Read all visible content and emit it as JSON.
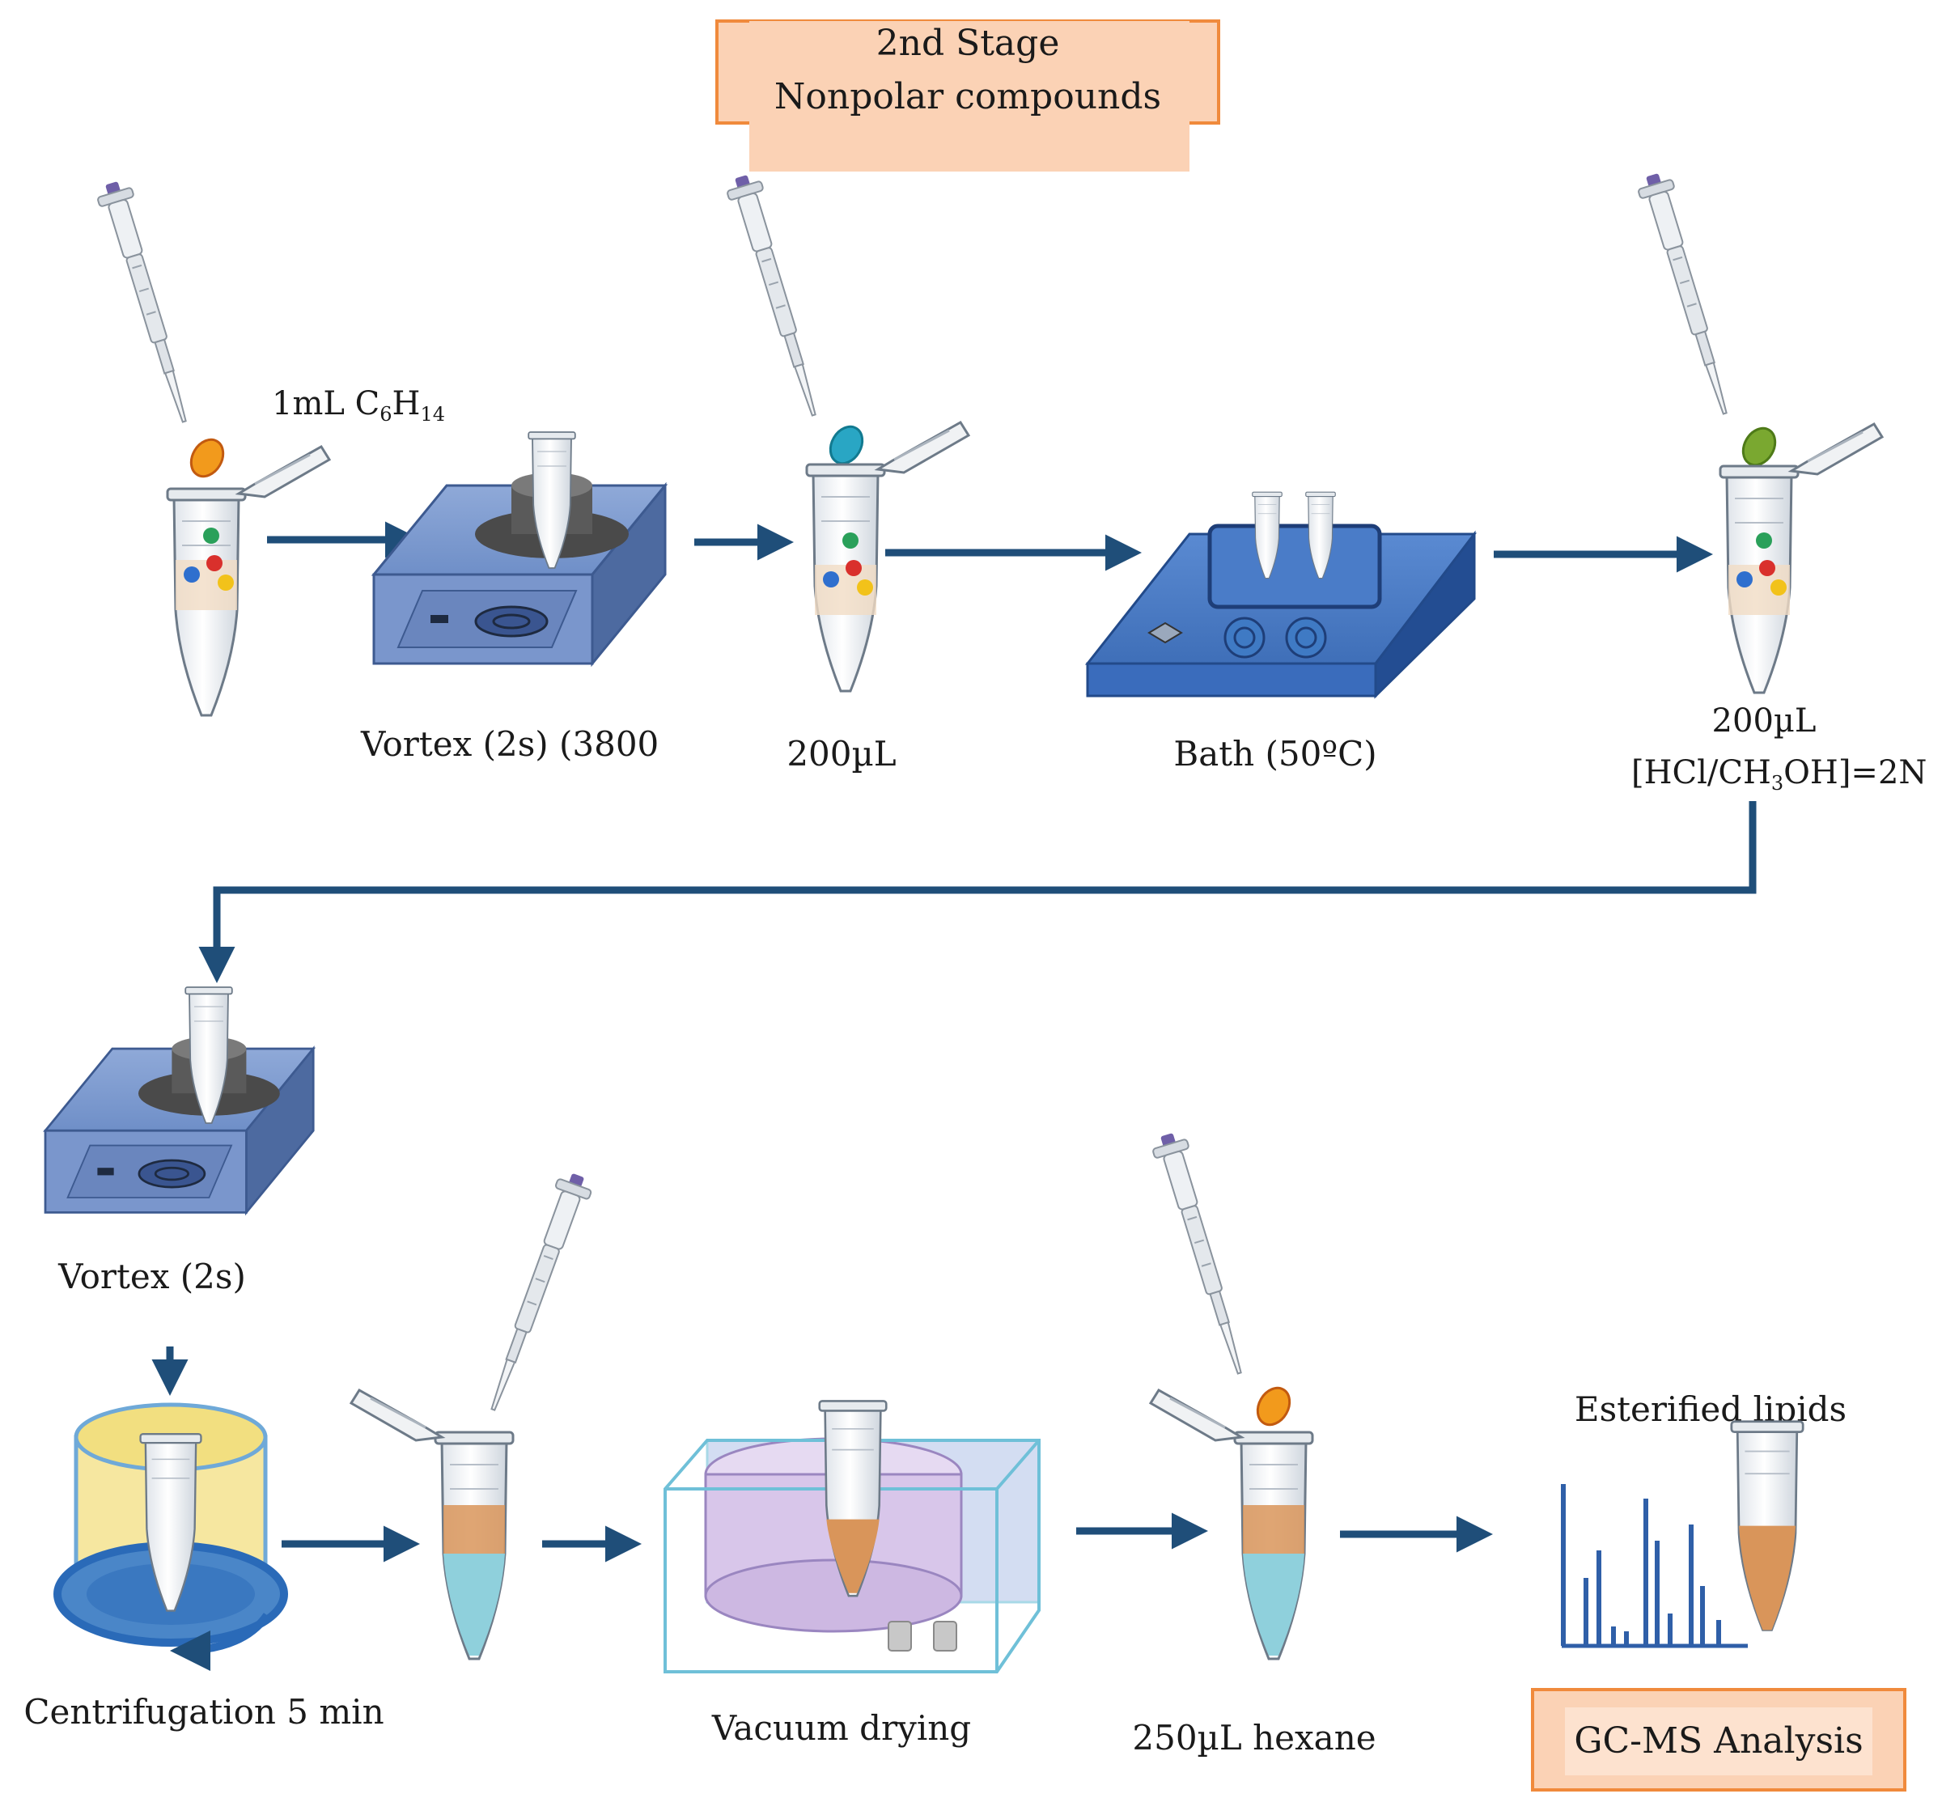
{
  "header": {
    "line1": "2nd Stage",
    "line2": "Nonpolar compounds"
  },
  "steps": {
    "hexane_add": "1mL C",
    "hexane_sub6": "6",
    "hexane_H": "H",
    "hexane_sub14": "14",
    "vortex1": "Vortex (2s) (3800",
    "vol1": "200µL",
    "bath": "Bath (50ºC)",
    "vol2": "200µL",
    "reagent": "[HCl/CH",
    "reagent_sub3": "3",
    "reagent_rest": "OH]=2N",
    "vortex2": "Vortex (2s)",
    "centrifugation": "Centrifugation 5 min",
    "vacuum": "Vacuum drying",
    "hexane_final": "250µL hexane",
    "esterified": "Esterified lipids",
    "gcms": "GC-MS Analysis"
  },
  "colors": {
    "arrow": "#1f4e79",
    "header_fill": "#fbd2b5",
    "header_border": "#f08a3c",
    "device_blue": "#6f8fc8",
    "bath_blue": "#3f6fb8",
    "liquid_orange": "#d9955a",
    "liquid_cyan": "#8fd0dc",
    "vacuum_purple": "#d8c6ea"
  }
}
